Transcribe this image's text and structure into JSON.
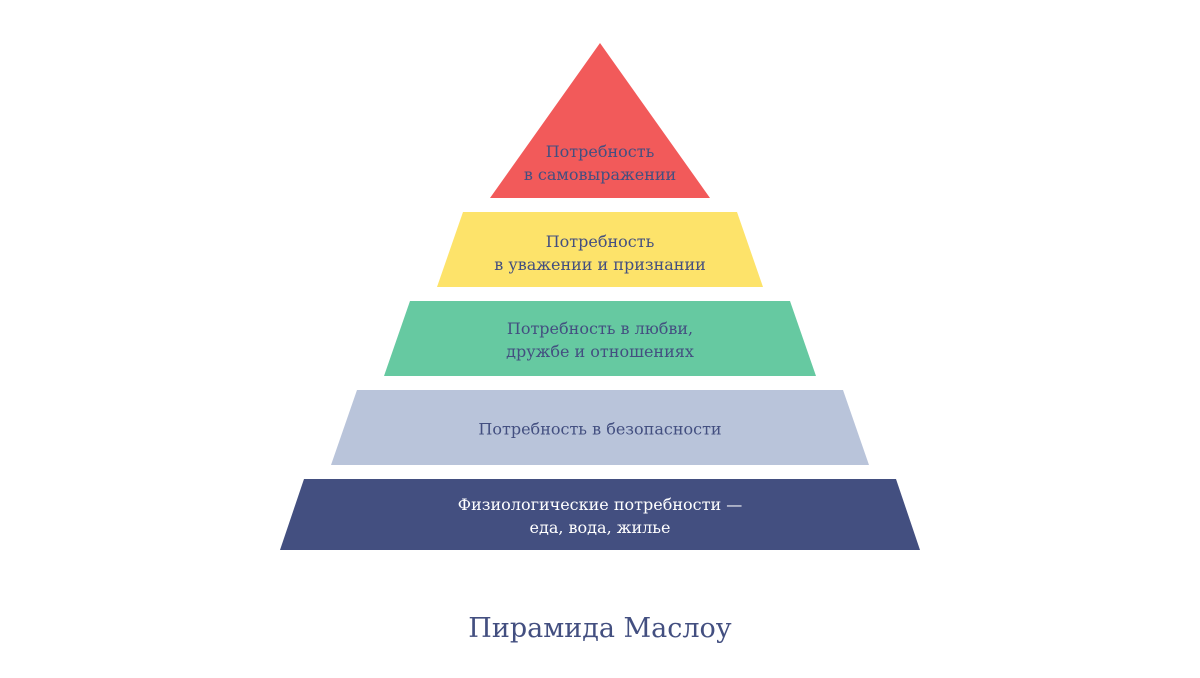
{
  "title": "Пирамида Маслоу",
  "title_color": "#434f80",
  "tiers": [
    {
      "lines": [
        "Потребность",
        "в самовыражении"
      ],
      "fill": "#f25a5a",
      "text_color": "#434f80"
    },
    {
      "lines": [
        "Потребность",
        "в уважении и признании"
      ],
      "fill": "#fde36a",
      "text_color": "#434f80"
    },
    {
      "lines": [
        "Потребность в любви,",
        "дружбе и отношениях"
      ],
      "fill": "#66c9a1",
      "text_color": "#434f80"
    },
    {
      "lines": [
        "Потребность в безопасности"
      ],
      "fill": "#b9c4da",
      "text_color": "#434f80"
    },
    {
      "lines": [
        "Физиологические потребности —",
        "еда, вода, жилье"
      ],
      "fill": "#434f80",
      "text_color": "#ffffff"
    }
  ]
}
